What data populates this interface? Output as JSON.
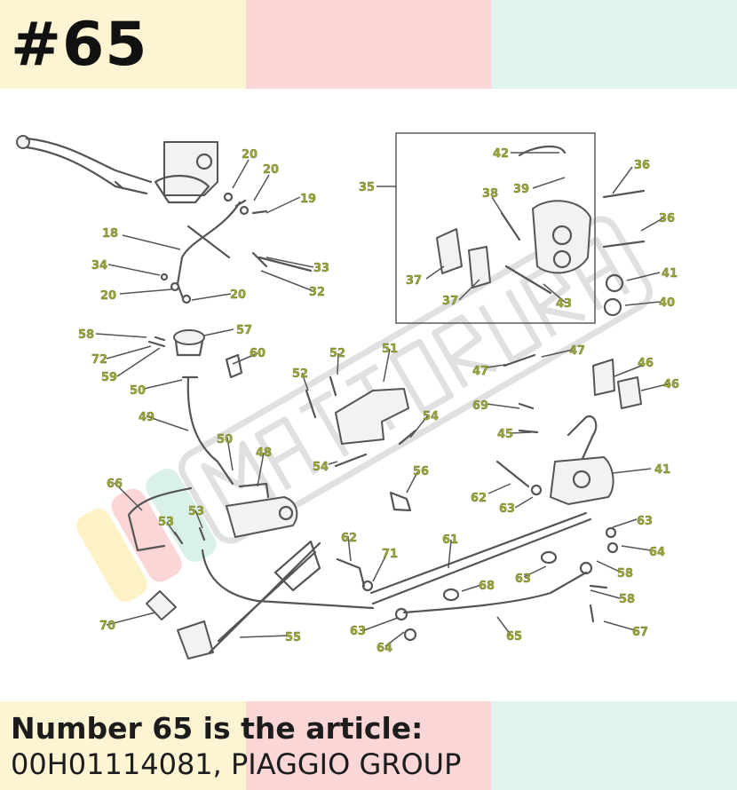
{
  "header": {
    "number": "#65"
  },
  "footer": {
    "line1": "Number 65 is the article:",
    "line2": "00H01114081, PIAGGIO GROUP"
  },
  "colors": {
    "yellow": "#fdf4d3",
    "pink": "#fad6d6",
    "mint": "#e0f3ec",
    "callout": "#9aa53a"
  },
  "callouts": {
    "c20a": "20",
    "c20b": "20",
    "c19": "19",
    "c18": "18",
    "c34": "34",
    "c20c": "20",
    "c20d": "20",
    "c33": "33",
    "c32": "32",
    "c35": "35",
    "c42": "42",
    "c38": "38",
    "c39": "39",
    "c36a": "36",
    "c36b": "36",
    "c37a": "37",
    "c37b": "37",
    "c43": "43",
    "c41a": "41",
    "c40": "40",
    "c58a": "58",
    "c72": "72",
    "c59": "59",
    "c57": "57",
    "c60": "60",
    "c50a": "50",
    "c49": "49",
    "c52a": "52",
    "c52b": "52",
    "c51": "51",
    "c47a": "47",
    "c47b": "47",
    "c46a": "46",
    "c46b": "46",
    "c69": "69",
    "c45": "45",
    "c54a": "54",
    "c54b": "54",
    "c50b": "50",
    "c48": "48",
    "c41b": "41",
    "c56": "56",
    "c62a": "62",
    "c63a": "63",
    "c66": "66",
    "c53a": "53",
    "c53b": "53",
    "c63b": "63",
    "c64a": "64",
    "c62b": "62",
    "c71": "71",
    "c61": "61",
    "c58b": "58",
    "c68": "68",
    "c63c": "63",
    "c58c": "58",
    "c70": "70",
    "c55": "55",
    "c63d": "63",
    "c64b": "64",
    "c65": "65",
    "c67": "67"
  }
}
